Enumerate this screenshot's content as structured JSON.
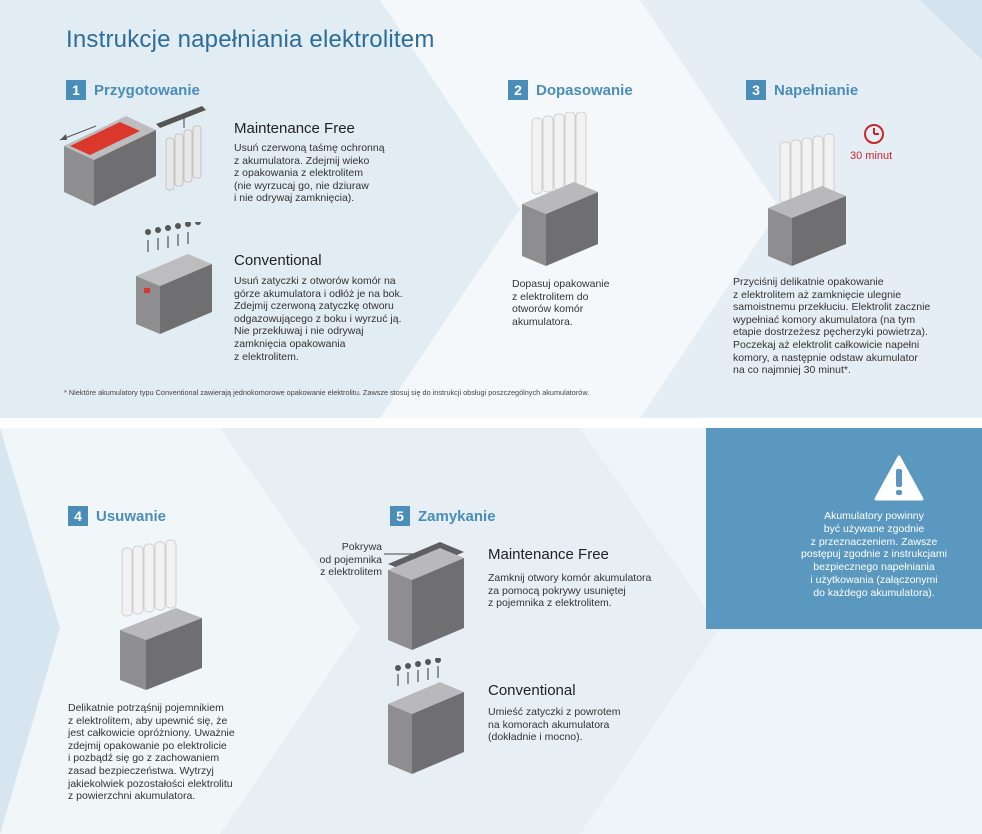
{
  "title": "Instrukcje napełniania elektrolitem",
  "steps": [
    {
      "num": "1",
      "label": "Przygotowanie"
    },
    {
      "num": "2",
      "label": "Dopasowanie"
    },
    {
      "num": "3",
      "label": "Napełnianie"
    },
    {
      "num": "4",
      "label": "Usuwanie"
    },
    {
      "num": "5",
      "label": "Zamykanie"
    }
  ],
  "step1": {
    "mf_title": "Maintenance Free",
    "mf_text": "Usuń czerwoną taśmę ochronną\nz akumulatora. Zdejmij wieko\nz opakowania z elektrolitem\n(nie wyrzucaj go, nie dziuraw\ni nie odrywaj zamknięcia).",
    "conv_title": "Conventional",
    "conv_text": "Usuń zatyczki z otworów komór na\ngórze akumulatora i odłóż je na bok.\nZdejmij czerwoną zatyczkę otworu\nodgazowującego z boku i wyrzuć ją.\nNie przekłuwaj i nie odrywaj\nzamknięcia opakowania\nz elektrolitem."
  },
  "footnote": "* Niektóre akumulatory typu Conventional zawierają jednokomorowe opakowanie elektrolitu. Zawsze stosuj się do instrukcji obsługi poszczególnych akumulatorów.",
  "step2": {
    "text": "Dopasuj opakowanie\nz elektrolitem do\notworów komór\nakumulatora."
  },
  "step3": {
    "timer": "30 minut",
    "text": "Przyciśnij delikatnie opakowanie\nz elektrolitem aż zamknięcie ulegnie\nsamoistnemu przekłuciu. Elektrolit zacznie\nwypełniać komory akumulatora (na tym\netapie dostrzeżesz pęcherzyki powietrza).\nPoczekaj aż elektrolit całkowicie napełni\nkomory, a następnie odstaw akumulator\nna co najmniej 30 minut*."
  },
  "step4": {
    "text": "Delikatnie potrząśnij pojemnikiem\nz elektrolitem, aby upewnić się, że\njest całkowicie opróżniony. Uważnie\nzdejmij opakowanie po elektrolicie\ni pozbądź się go z zachowaniem\nzasad bezpieczeństwa. Wytrzyj\njakiekolwiek pozostałości elektrolitu\nz powierzchni akumulatora."
  },
  "step5": {
    "callout": "Pokrywa\nod pojemnika\nz elektrolitem",
    "mf_title": "Maintenance Free",
    "mf_text": "Zamknij otwory komór akumulatora\nza pomocą pokrywy usuniętej\nz pojemnika z elektrolitem.",
    "conv_title": "Conventional",
    "conv_text": "Umieść zatyczki z powrotem\nna komorach akumulatora\n(dokładnie i mocno)."
  },
  "warning": {
    "text": "Akumulatory powinny\nbyć używane zgodnie\nz przeznaczeniem. Zawsze\npostępuj zgodnie z instrukcjami\nbezpiecznego napełniania\ni użytkowania (załączonymi\ndo każdego akumulatora)."
  },
  "colors": {
    "accent": "#4a8db8",
    "title": "#2c6e98",
    "warning_bg": "#5b98bf",
    "tape": "#d9382a",
    "timer": "#c9262b",
    "battery": "#8c8c8e"
  }
}
